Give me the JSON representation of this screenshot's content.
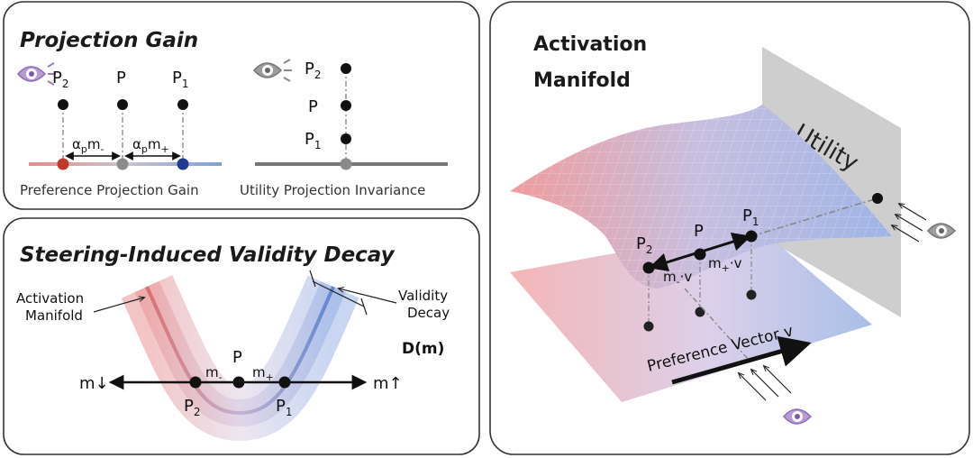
{
  "panel_gain": {
    "title": "Projection Gain",
    "p2": "P",
    "p2_sub": "2",
    "p": "P",
    "p1": "P",
    "p1_sub": "1",
    "gain_left_a": "α",
    "gain_left_sub": "p",
    "gain_left_m": "m",
    "gain_left_msub": "-",
    "gain_right_a": "α",
    "gain_right_sub": "p",
    "gain_right_m": "m",
    "gain_right_msub": "+",
    "caption_left": "Preference Projection Gain",
    "caption_right": "Utility Projection Invariance",
    "colors": {
      "red": "#c0392b",
      "blue": "#1f3a93",
      "gray": "#808080",
      "eye_purple": "#9b7bbd",
      "eye_gray": "#8a8a8a"
    }
  },
  "panel_decay": {
    "title": "Steering-Induced Validity Decay",
    "activation_label_1": "Activation",
    "activation_label_2": "Manifold",
    "validity_label_1": "Validity",
    "validity_label_2": "Decay",
    "decay_fn": "D(m)",
    "m_down": "m↓",
    "m_up": "m↑",
    "m_minus": "m",
    "m_minus_sub": "-",
    "m_plus": "m",
    "m_plus_sub": "+",
    "p": "P",
    "p2": "P",
    "p2_sub": "2",
    "p1": "P",
    "p1_sub": "1"
  },
  "panel_manifold": {
    "title_1": "Activation",
    "title_2": "Manifold",
    "utility": "Utility",
    "p2": "P",
    "p2_sub": "2",
    "p": "P",
    "p1": "P",
    "p1_sub": "1",
    "mv_minus": "m",
    "mv_minus_sub": "-",
    "mv_minus_v": "v",
    "mv_plus": "m",
    "mv_plus_sub": "+",
    "mv_plus_v": "v",
    "preference_vector": "Preference Vector v"
  }
}
